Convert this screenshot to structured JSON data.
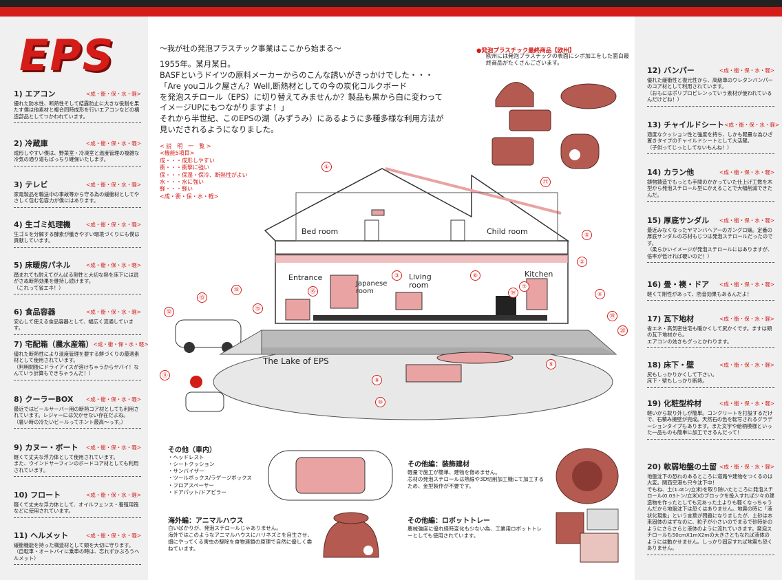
{
  "logo": "EPS",
  "left_items": [
    {
      "title": "1) エアコン",
      "labels": "<成・衝・保・水・軽>",
      "text": "優れた防水性、断熱性そして結露防止に大きな役割を果たす僕は他素材と複合同時成形を行いエアコンなどの構造部品としてつかわれています。"
    },
    {
      "title": "2) 冷蔵庫",
      "labels": "<成・衝・保・水・軽>",
      "text": "成形しやすい僕は、野菜室・冷凍室と温度管理の複雑な冷気の通り道もばっちり確保いたします。"
    },
    {
      "title": "3) テレビ",
      "labels": "<成・衝・保・水・軽>",
      "text": "家電製品を輸送中の事故等から守る為の緩衝材としてやさしく包む包容力が僕にはあります。"
    },
    {
      "title": "4) 生ゴミ処理機",
      "labels": "<成・衝・保・水・軽>",
      "text": "生ゴミを分解する酵素が働きやすい環境づくりにも僕は貢献しています。"
    },
    {
      "title": "5) 床暖房パネル",
      "labels": "<成・衝・保・水・軽>",
      "text": "踏まれても耐えてがんばる剛性と大切な熱を床下には逃がさぬ断熱効果を維持し続けます。\n（これって省エネ！）"
    },
    {
      "title": "6) 食品容器",
      "labels": "<成・衝・保・水・軽>",
      "text": "安心して使える食品容器として、幅広く流通しています。"
    },
    {
      "title": "7) 宅配箱（農水産箱）",
      "labels": "<成・衝・保・水・軽>",
      "text": "優れた断熱性により温度管理を要する鮮づくりの最適素材として使用されています。\n（判明間後にドライアイスが溶けちゃうからヤバイ！なんていう計算もできちゃうんだ！）"
    },
    {
      "title": "8) クーラーBOX",
      "labels": "<成・衝・保・水・軽>",
      "text": "最近ではビールサーバー用の断熱コア材としても利用されています。レジャーには欠かせない存在だよね。\n（暑い時の冷たいビールってホント最高〜っす。）"
    },
    {
      "title": "9) カヌー・ボート",
      "labels": "<成・衝・保・水・軽>",
      "text": "軽くて丈夫な浮力体として使用されています。\nまた、ウインドサーフィンのボードコア材としても利用されています。"
    },
    {
      "title": "10) フロート",
      "labels": "<成・衝・保・水・軽>",
      "text": "軽くて丈夫な浮力体として、オイルフェンス・養殖用筏などに使用されています。"
    },
    {
      "title": "11) ヘルメット",
      "labels": "<成・衝・保・水・軽>",
      "text": "緩衝機能を持った構造材として頭を大切に守ります。\n（自転車・オートバイに乗車の時は、忘れずかぶろうヘルメット）"
    }
  ],
  "right_items": [
    {
      "title": "12) バンパー",
      "labels": "<成・衝・保・水・軽>",
      "text": "優れた緩衝性と復元性から、高級車のウレタンバンパーのコア材として利用されています。\n（おもにはポリプロピレンっていう素材が使われているんだけどね！）"
    },
    {
      "title": "13) チャイルドシート",
      "labels": "<成・衝・保・水・軽>",
      "text": "適度なクッション性と強度を持ち、しかも軽量な為ひざ置きタイプのチャイルドシートとして大活躍。\n（子供ってじっとしてないもんね！）"
    },
    {
      "title": "14) カラン他",
      "labels": "<成・衝・保・水・軽>",
      "text": "鋳物鋳造でもっとも手間のかかっていた仕上げ工数を木型から発泡スチロール型にかえることで大幅削減できたんだ。"
    },
    {
      "title": "15) 厚底サンダル",
      "labels": "<成・衝・保・水・軽>",
      "text": "最近みなくなったヤマンバヘアーのガングロ嬢。定番の厚底サンダルの芯材もじつは発泡スチロールだったのです。\n（柔らかいイメージが発泡スチロールにはありますが、倍率が低ければ硬いのだ！）"
    },
    {
      "title": "16) 畳・襖・ドア",
      "labels": "<成・衝・保・水・軽>",
      "text": "軽くて剛性があって、防音効果もあるんだよ！"
    },
    {
      "title": "17) 瓦下地材",
      "labels": "<成・衝・保・水・軽>",
      "text": "省エネ・高気密住宅も暖かくして尻かくです。ますは頭の瓦下地材から。\nエアコンの効きもグっとかわります。"
    },
    {
      "title": "18) 床下・壁",
      "labels": "<成・衝・保・水・軽>",
      "text": "尻もしっかりかくして下さい。\n床下・壁もしっかり断熱。"
    },
    {
      "title": "19) 化粧型枠材",
      "labels": "<成・衝・保・水・軽>",
      "text": "軽いから取り外しが簡単。コンクリートを打設するだけで、石積み擁壁が完成。天然石の色を転写されるグラデーションタイプもあります。また文字や絵柄模様といった一品ものも簡単に加工できるんだって！"
    },
    {
      "title": "20) 軟弱地盤の土留",
      "labels": "<成・衝・保・水・軽>",
      "text": "地盤沈下の恐れのあるところに道路や建物をつくるのは大変。関西空港も只今沈下中！\nでもね、土(1.4tン/立米)を取り除いたところに発泡スチロール(0.03トン/立米)のブロックを投入すれば少々の建造物を作ったとしても元あった土よりも軽くなっちゃうんだから地盤沈下は恐くはありません。地震の時に「液状化現象」という言葉が問題になりましたが、土砂は本来固体のはずなのに、粒子が小さいのでまるで砂時計のようにさらさらと液体のように流れていきます。発泡スチロールも50cmX1mX2mの大きさともなれば液体のようには動かせません。しっかり固定すれば地震も恐くありません。"
    }
  ],
  "intro": {
    "heading": "〜我が社の発泡プラスチック事業はここから始まる〜",
    "body": "1955年。某月某日。\nBASFというドイツの原料メーカーからのこんな誘いがきっかけでした・・・\n「Are youコルク屋さん？Well,断熱材としての今の炭化コルクボード\nを発泡スチロール（EPS）に切り替えてみませんか？製品も黒から白に変わって\nイメージUPにもつながりますよ！」\nそれから半世紀、このEPSの湖（みずうみ）にあるように多種多様な利用方法が\n見いだされるようになりました。"
  },
  "legend": "< 説　明　一　覧 >\n<機能5項目>\n成・・・成形しやすい\n衝・・・衝撃に強い\n保・・・保湿・保冷、断熱性がよい\n水・・・水に強い\n軽・・・軽い\n<成・衝・保・水・軽>",
  "europe": {
    "heading": "●発泡プラスチック最終商品【欧州】",
    "text": "欧州には発泡プラスチックの表面にシボ加工をした面白最終商品がたくさんございます。"
  },
  "rooms": {
    "bedroom": "Bed room",
    "childroom": "Child room",
    "entrance": "Entrance",
    "japanese": "Japanese\nroom",
    "living": "Living\nroom",
    "kitchen": "Kitchen",
    "lake": "The Lake of EPS"
  },
  "markers": [
    "①",
    "②",
    "③",
    "④",
    "⑤",
    "⑥",
    "⑦",
    "⑧",
    "⑨",
    "⑩",
    "⑪",
    "⑫",
    "⑬",
    "⑭",
    "⑮",
    "⑯",
    "⑰",
    "⑱",
    "⑲",
    "⑳"
  ],
  "bottom": {
    "car_head": "その他（車内）",
    "car_list": "・ヘッドレスト\n・シートクッション\n・サンバイザー\n・ツールボックス/ラゲージボックス\n・フロアスペーサー\n・ドアパット/ドアピラー",
    "deco_head": "その他編：装飾建材",
    "deco_text": "軽量で施工が簡単、建物を傷めません。\n芯材の発泡スチロールは熱線や3D切削加工機にて加工するため、金型製作が不要です。",
    "animal_head": "海外編：アニマルハウス",
    "animal_text": "白いばかりが、発泡スチロールじゃありません。\n海外ではこのようなアニマルハウスにハリネズミを自生させ、畑にやってくる害虫の駆除を食物連鎖の原理で自然に優しく委ねています。",
    "robot_head": "その他編：ロボットトレー",
    "robot_text": "農械強度に優れ経時変化も少ない為、工業用ロボットトレーとしても使用されています。"
  },
  "colors": {
    "accent": "#d41c18",
    "pink": "#e9a3a3",
    "panel": "#f0f0f0"
  }
}
